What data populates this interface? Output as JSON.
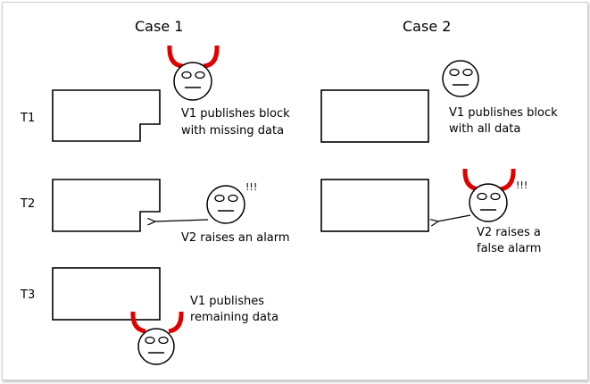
{
  "cases": [
    {
      "title": "Case 1"
    },
    {
      "title": "Case 2"
    }
  ],
  "rows": [
    "T1",
    "T2",
    "T3"
  ],
  "case1": {
    "t1_text": [
      "V1 publishes block",
      "with missing data"
    ],
    "t2_text": [
      "V2 raises an alarm"
    ],
    "t2_bang": "!!!",
    "t3_text": [
      "V1 publishes",
      "remaining data"
    ]
  },
  "case2": {
    "t1_text": [
      "V1 publishes block",
      "with all data"
    ],
    "t2_text": [
      "V2 raises a",
      "false alarm"
    ],
    "t2_bang": "!!!"
  },
  "colors": {
    "horn": "#e00000",
    "outline": "#000000"
  }
}
